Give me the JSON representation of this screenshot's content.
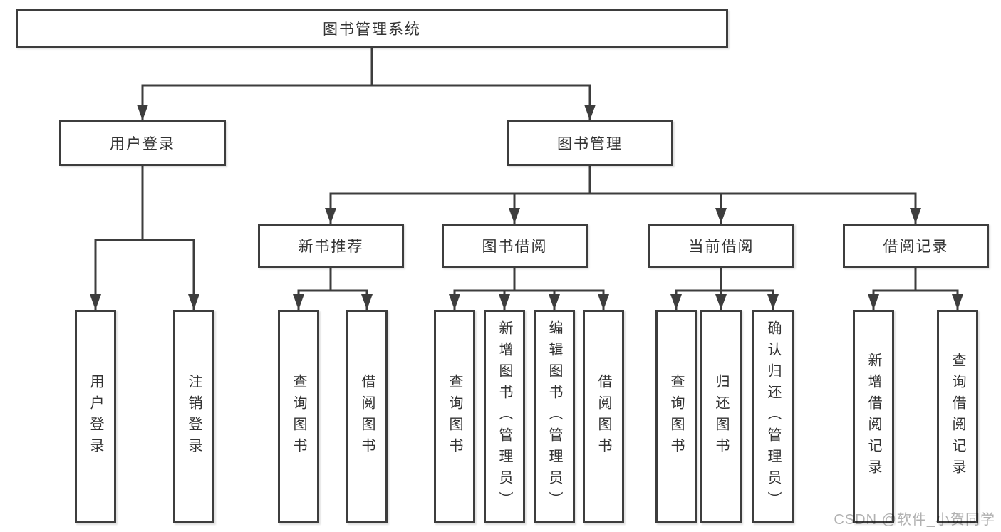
{
  "colors": {
    "background": "#ffffff",
    "box_fill": "#ffffff",
    "box_border": "#3d3d3d",
    "line": "#3d3d3d",
    "text": "#333333",
    "watermark": "#a8a8a8"
  },
  "watermark": "CSDN @软件_小贺同学",
  "tree": {
    "label": "图书管理系统",
    "children": [
      {
        "label": "用户登录",
        "children": [
          {
            "label": "用户登录"
          },
          {
            "label": "注销登录"
          }
        ]
      },
      {
        "label": "图书管理",
        "children": [
          {
            "label": "新书推荐",
            "children": [
              {
                "label": "查询图书"
              },
              {
                "label": "借阅图书"
              }
            ]
          },
          {
            "label": "图书借阅",
            "children": [
              {
                "label": "查询图书"
              },
              {
                "label": "新增图书（管理员）"
              },
              {
                "label": "编辑图书（管理员）"
              },
              {
                "label": "借阅图书"
              }
            ]
          },
          {
            "label": "当前借阅",
            "children": [
              {
                "label": "查询图书"
              },
              {
                "label": "归还图书"
              },
              {
                "label": "确认归还（管理员）"
              }
            ]
          },
          {
            "label": "借阅记录",
            "children": [
              {
                "label": "新增借阅记录"
              },
              {
                "label": "查询借阅记录"
              }
            ]
          }
        ]
      }
    ]
  }
}
